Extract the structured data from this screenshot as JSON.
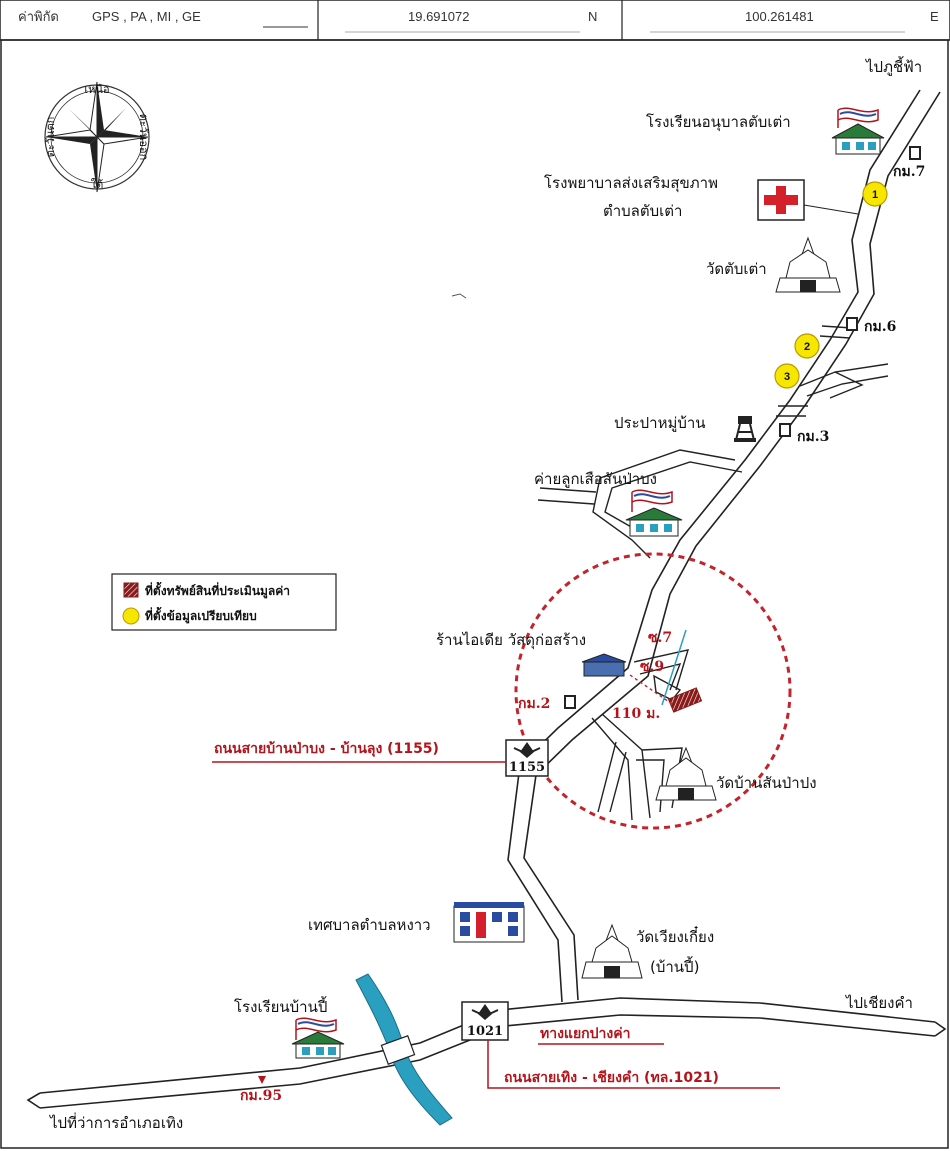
{
  "header": {
    "label": "ค่าพิกัด",
    "systems": "GPS , PA , MI , GE",
    "lat": "19.691072",
    "lat_dir": "N",
    "lon": "100.261481",
    "lon_dir": "E"
  },
  "compass": {
    "north": "เหนือ",
    "south": "ใต้",
    "east": "ตะวันออก",
    "west": "ตะวันตก"
  },
  "directions": {
    "to_phuchifa": "ไปภูชี้ฟ้า",
    "to_chiangkham": "ไปเชียงคำ",
    "to_district": "ไปที่ว่าการอำเภอเทิง"
  },
  "places": {
    "kindergarten": "โรงเรียนอนุบาลตับเต่า",
    "hospital_1": "โรงพยาบาลส่งเสริมสุขภาพ",
    "hospital_2": "ตำบลตับเต่า",
    "wat_tabtao": "วัดตับเต่า",
    "water_tower": "ประปาหมู่บ้าน",
    "scout_camp": "ค่ายลูกเสือสันป่าบง",
    "shop": "ร้านไอเดีย วัสดุก่อสร้าง",
    "wat_sanpapong": "วัดบ้านสันป่าปง",
    "municipality": "เทศบาลตำบลหงาว",
    "wat_wiangkiang_1": "วัดเวียงเกี๋ยง",
    "wat_wiangkiang_2": "(บ้านปี้)",
    "school_banpi": "โรงเรียนบ้านปี้"
  },
  "km_markers": {
    "km7": "กม.7",
    "km6": "กม.6",
    "km3": "กม.3",
    "km2": "กม.2",
    "km95": "กม.95"
  },
  "comparables": [
    "1",
    "2",
    "3"
  ],
  "soi": {
    "soi7": "ซ.7",
    "soi9": "ซ.9",
    "distance": "110 ม."
  },
  "roads": {
    "road_1155": "ถนนสายบ้านป่าบง - บ้านลุง (1155)",
    "shield_1155": "1155",
    "shield_1021": "1021",
    "junction": "ทางแยกปางค่า",
    "road_1021": "ถนนสายเทิง - เชียงคำ (ทล.1021)"
  },
  "legend": {
    "subject": "ที่ตั้งทรัพย์สินที่ประเมินมูลค่า",
    "comparable": "ที่ตั้งข้อมูลเปรียบเทียบ"
  },
  "colors": {
    "highlight_circle": "#c4232b",
    "comparable_fill": "#f7e600",
    "river": "#2a9fc0",
    "accent_red": "#b3141b"
  }
}
